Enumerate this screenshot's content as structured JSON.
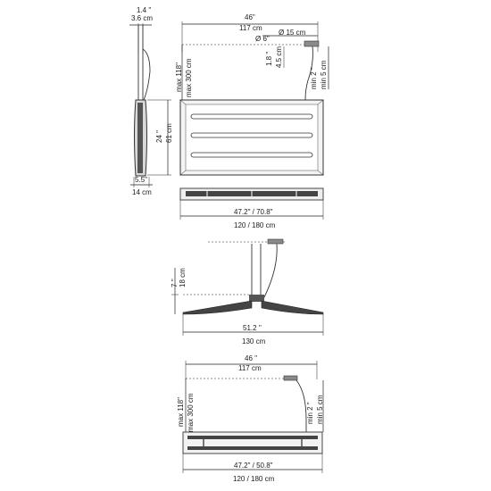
{
  "drawing": {
    "top_view": {
      "side_width_in": "1.4 ''",
      "side_width_cm": "3.6 cm",
      "total_width_in": "46\"",
      "total_width_cm": "117 cm",
      "canopy_dia_in": "Ø 6\"",
      "canopy_dia_cm": "Ø 15 cm",
      "canopy_height_in": "1.8 \"",
      "canopy_height_cm": "4.5 cm",
      "max_drop_in": "max 118\"",
      "max_drop_cm": "max 300 cm",
      "min_drop_in": "min 2 \"",
      "min_drop_cm": "min 5 cm",
      "panel_height_in": "24 \"",
      "panel_height_cm": "61 cm",
      "side_depth_in": "5.5\"",
      "side_depth_cm": "14 cm",
      "panel_length_in": "47.2\" / 70.8\"",
      "panel_length_cm": "120 / 180 cm"
    },
    "middle_view": {
      "height_in": "7 ''",
      "height_cm": "18 cm",
      "spread_in": "51.2 ''",
      "spread_cm": "130 cm"
    },
    "bottom_view": {
      "total_width_in": "46 ''",
      "total_width_cm": "117 cm",
      "max_drop_in": "max 118\"",
      "max_drop_cm": "max 300 cm",
      "min_drop_in": "min 2 \"",
      "min_drop_cm": "min 5 cm",
      "panel_length_in": "47.2\" / 50.8\"",
      "panel_length_cm": "120 / 180 cm"
    }
  }
}
